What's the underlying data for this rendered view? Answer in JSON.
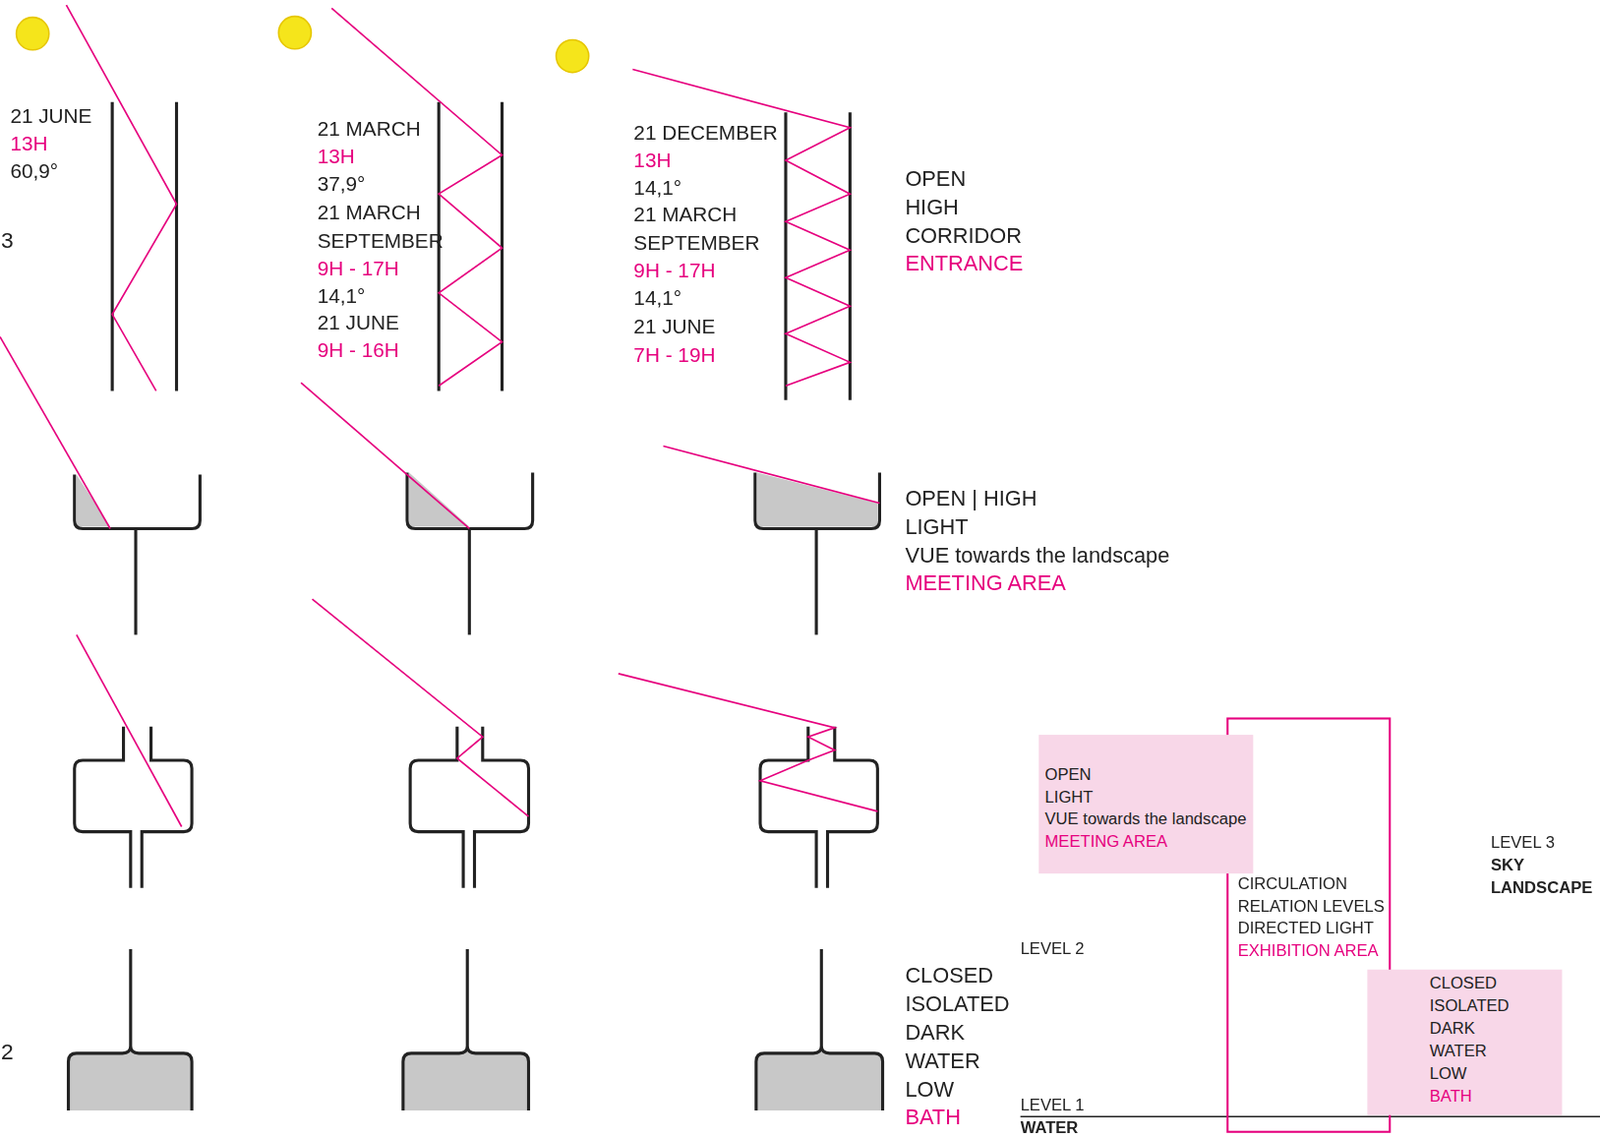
{
  "diagram": {
    "nodes": [
      {
        "text": [
          "OPEN",
          "LIGHT",
          "VUE towards the landscape",
          "MEETING AREA"
        ]
      },
      {
        "text": [
          "CIRCULATION",
          "RELATION LEVELS",
          "DIRECTED LIGHT",
          "EXHIBITION AREA"
        ]
      },
      {
        "text": [
          "CLOSED",
          "ISOLATED",
          "DARK",
          "WATER",
          "LOW",
          "BATH"
        ]
      }
    ],
    "labels": [
      "3",
      "21 JUNE",
      "13H",
      "60,9°",
      "21 MARCH",
      "13H",
      "37,9°",
      "21 MARCH",
      "SEPTEMBER",
      "9H - 17H",
      "14,1°",
      "21 JUNE",
      "9H - 16H",
      "21 DECEMBER",
      "13H",
      "14,1°",
      "21 MARCH",
      "SEPTEMBER",
      "9H - 17H",
      "14,1°",
      "21 JUNE",
      "7H - 19H",
      "OPEN",
      "HIGH",
      "CORRIDOR",
      "ENTRANCE",
      "OPEN | HIGH",
      "LIGHT",
      "VUE towards the landscape",
      "MEETING AREA",
      "CLOSED",
      "ISOLATED",
      "DARK",
      "WATER",
      "LOW",
      "BATH",
      "2",
      "LEVEL 3",
      "SKY",
      "LANDSCAPE",
      "LEVEL 2",
      "LEVEL 1",
      "WATER"
    ]
  }
}
